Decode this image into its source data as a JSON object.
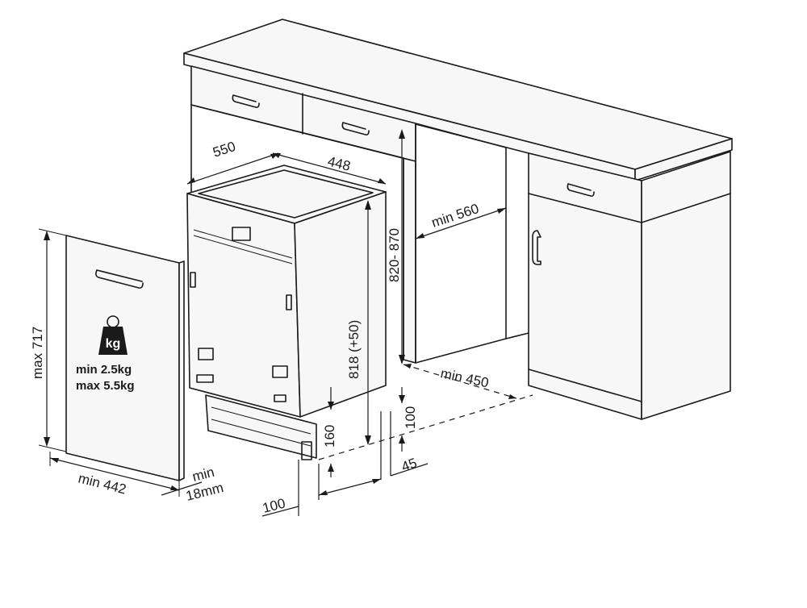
{
  "dimensions": {
    "depth": "550",
    "width": "448",
    "niche_depth": "min 560",
    "niche_height": "820- 870",
    "appliance_height": "818 (+50)",
    "niche_width": "min 450",
    "plinth_height": "160",
    "plinth_height_2": "100",
    "plinth_depth": "45",
    "plinth_offset": "100",
    "panel_height": "max 717",
    "panel_width": "min 442",
    "panel_thickness_min": "min",
    "panel_thickness_value": "18mm"
  },
  "weight": {
    "icon_label": "kg",
    "min": "min  2.5kg",
    "max": "max 5.5kg"
  }
}
